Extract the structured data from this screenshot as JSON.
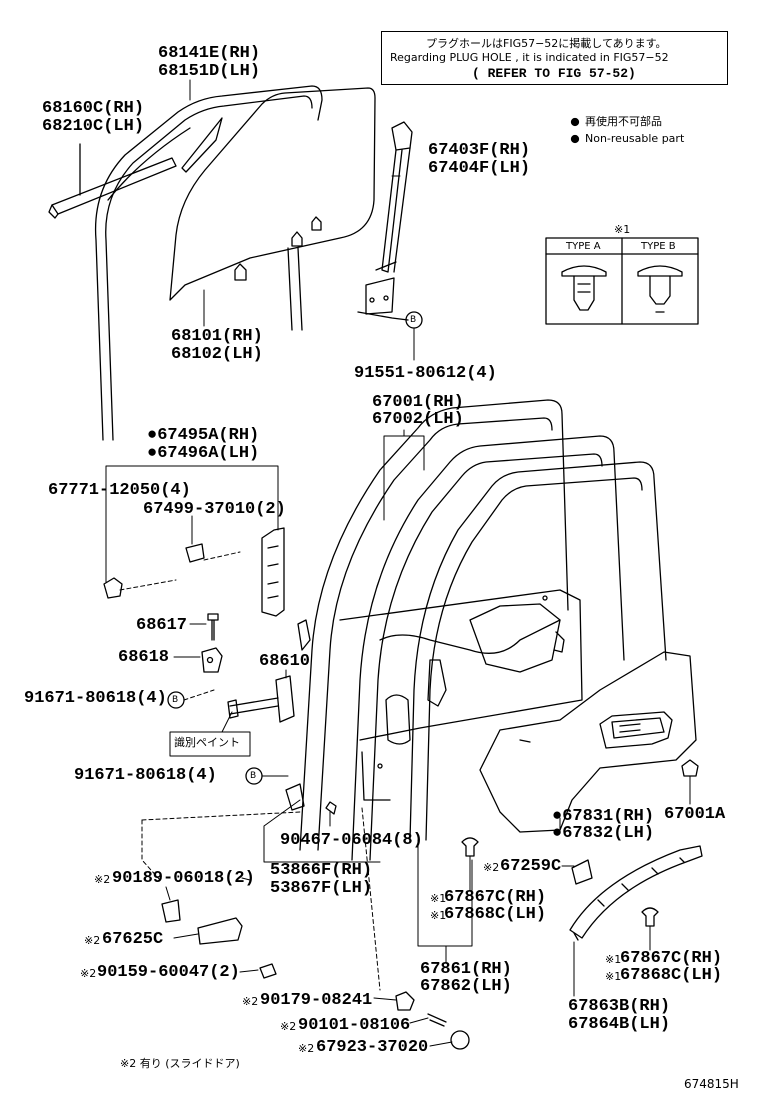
{
  "note": {
    "line1": "プラグホールはFIG57−52に掲載してあります。",
    "line2": "Regarding  PLUG HOLE , it is indicated in FIG57−52",
    "line3": "( REFER TO FIG 57-52)"
  },
  "legend": {
    "jp": "再使用不可部品",
    "en": "Non-reusable part",
    "table_mark": "※1",
    "type_a": "TYPE A",
    "type_b": "TYPE B"
  },
  "labels": {
    "p68141E": "68141E(RH)",
    "p68151D": "68151D(LH)",
    "p68160C": "68160C(RH)",
    "p68210C": "68210C(LH)",
    "p67403F": "67403F(RH)",
    "p67404F": "67404F(LH)",
    "p68101": "68101(RH)",
    "p68102": "68102(LH)",
    "p91551": "91551-80612(4)",
    "p67001": "67001(RH)",
    "p67002": "67002(LH)",
    "p67495A": "●67495A(RH)",
    "p67496A": "●67496A(LH)",
    "p67771": "67771-12050(4)",
    "p67499": "67499-37010(2)",
    "p68617": "68617",
    "p68618": "68618",
    "p68610": "68610",
    "p91671a": "91671-80618(4)",
    "p91671b": "91671-80618(4)",
    "paint": "識別ペイント",
    "p90467": "90467-06084(8)",
    "p53866F": "53866F(RH)",
    "p53867F": "53867F(LH)",
    "p67831": "●67831(RH)",
    "p67832": "●67832(LH)",
    "p67001A": "67001A",
    "p67259C": "67259C",
    "p67867C": "67867C(RH)",
    "p67868C": "67868C(LH)",
    "p67867C2": "67867C(RH)",
    "p67868C2": "67868C(LH)",
    "p90189": "90189-06018(2)",
    "p67625C": "67625C",
    "p90159": "90159-60047(2)",
    "p67861": "67861(RH)",
    "p67862": "67862(LH)",
    "p90179": "90179-08241",
    "p90101": "90101-08106",
    "p67923": "67923-37020",
    "p67863B": "67863B(RH)",
    "p67864B": "67864B(LH)",
    "mark2": "※2",
    "mark1": "※1",
    "bolt_b": "B",
    "footnote": "※2 有り (スライドドア)",
    "fig_id": "674815H"
  }
}
